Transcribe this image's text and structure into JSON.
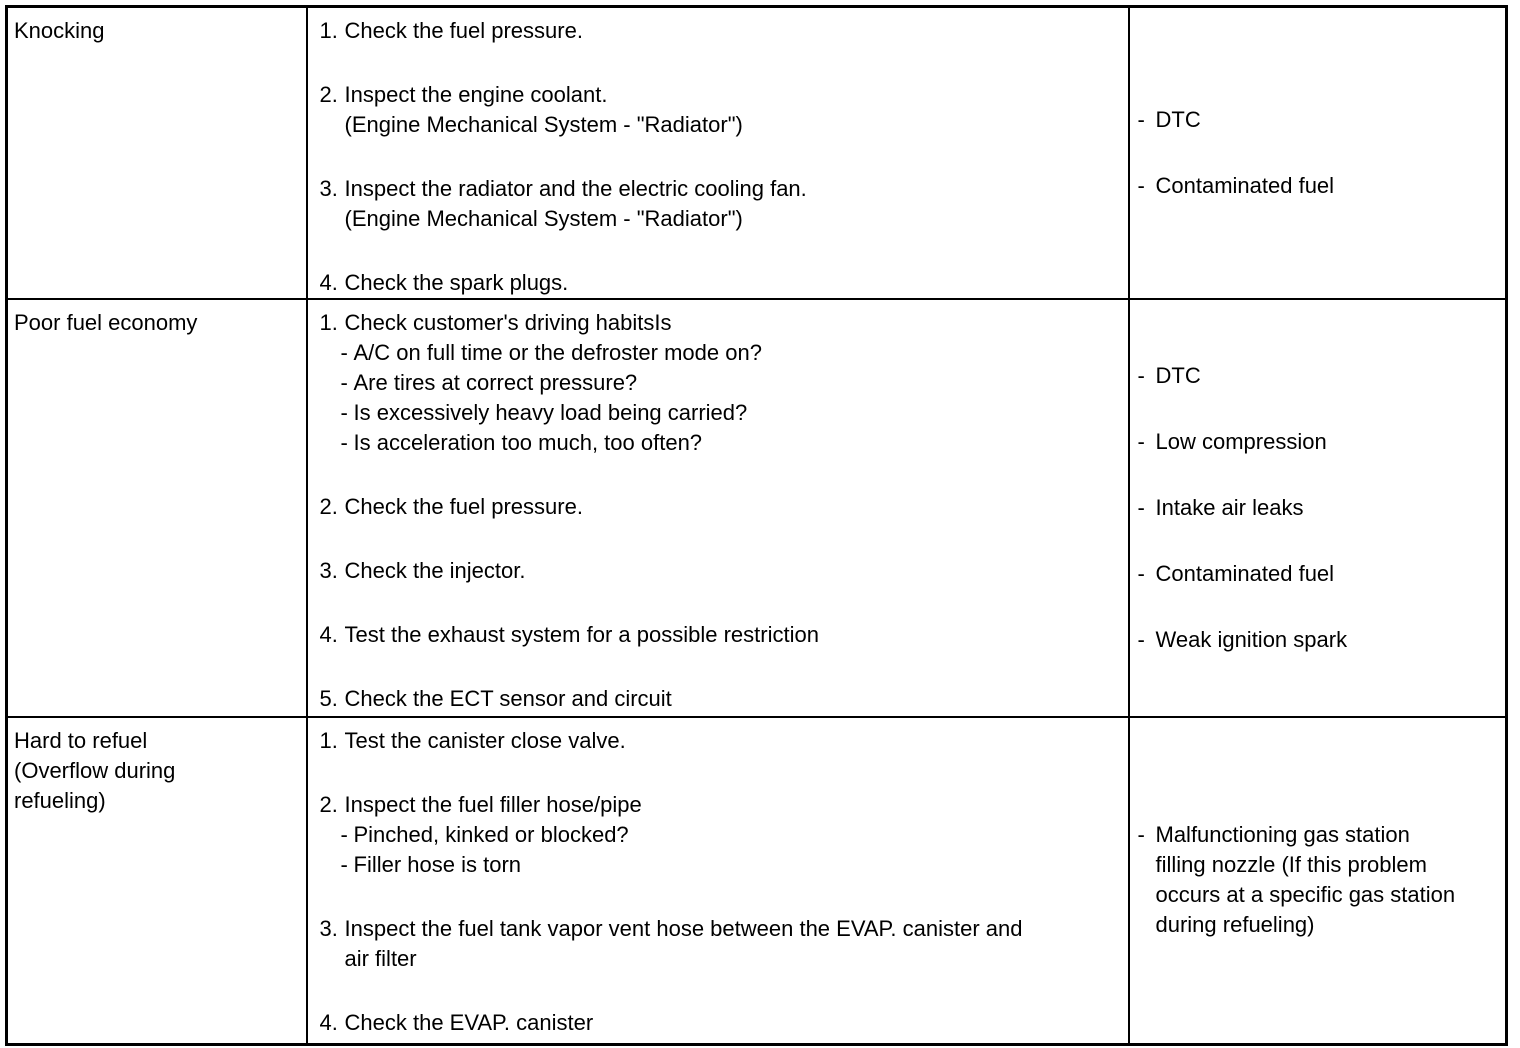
{
  "table": {
    "rows": [
      {
        "symptom_lines": [
          "Knocking"
        ],
        "steps": [
          {
            "num": "1.",
            "lines": [
              "Check the fuel pressure."
            ],
            "subs": []
          },
          {
            "num": "2.",
            "lines": [
              "Inspect the engine coolant.",
              "(Engine Mechanical System - \"Radiator\")"
            ],
            "subs": []
          },
          {
            "num": "3.",
            "lines": [
              "Inspect the radiator and the electric cooling fan.",
              "(Engine Mechanical System - \"Radiator\")"
            ],
            "subs": []
          },
          {
            "num": "4.",
            "lines": [
              "Check the spark plugs."
            ],
            "subs": []
          }
        ],
        "causes": [
          {
            "lines": [
              "DTC"
            ]
          },
          {
            "lines": [
              "Contaminated fuel"
            ]
          }
        ]
      },
      {
        "symptom_lines": [
          "Poor fuel economy"
        ],
        "steps": [
          {
            "num": "1.",
            "lines": [
              "Check customer's driving habitsIs"
            ],
            "subs": [
              "A/C on full time or the defroster mode on?",
              "Are tires at correct pressure?",
              "Is excessively heavy load being carried?",
              "Is acceleration too much, too often?"
            ]
          },
          {
            "num": "2.",
            "lines": [
              "Check the fuel pressure."
            ],
            "subs": []
          },
          {
            "num": "3.",
            "lines": [
              "Check the injector."
            ],
            "subs": []
          },
          {
            "num": "4.",
            "lines": [
              "Test the exhaust system for a possible restriction"
            ],
            "subs": []
          },
          {
            "num": "5.",
            "lines": [
              "Check the ECT sensor and circuit"
            ],
            "subs": []
          }
        ],
        "causes": [
          {
            "lines": [
              "DTC"
            ]
          },
          {
            "lines": [
              "Low compression"
            ]
          },
          {
            "lines": [
              "Intake air leaks"
            ]
          },
          {
            "lines": [
              "Contaminated fuel"
            ]
          },
          {
            "lines": [
              "Weak ignition spark"
            ]
          }
        ]
      },
      {
        "symptom_lines": [
          "Hard to refuel",
          "(Overflow during",
          "refueling)"
        ],
        "steps": [
          {
            "num": "1.",
            "lines": [
              "Test the canister close valve."
            ],
            "subs": []
          },
          {
            "num": "2.",
            "lines": [
              "Inspect the fuel filler hose/pipe"
            ],
            "subs": [
              "Pinched, kinked or blocked?",
              "Filler hose is torn"
            ]
          },
          {
            "num": "3.",
            "lines": [
              "Inspect the fuel tank vapor vent hose between the EVAP. canister and",
              "air filter"
            ],
            "subs": []
          },
          {
            "num": "4.",
            "lines": [
              "Check the EVAP. canister"
            ],
            "subs": []
          }
        ],
        "causes": [
          {
            "lines": [
              "Malfunctioning gas station",
              "filling nozzle (If this problem",
              "occurs at a specific gas station",
              "during refueling)"
            ]
          }
        ]
      }
    ]
  },
  "glyphs": {
    "dash": "-"
  }
}
